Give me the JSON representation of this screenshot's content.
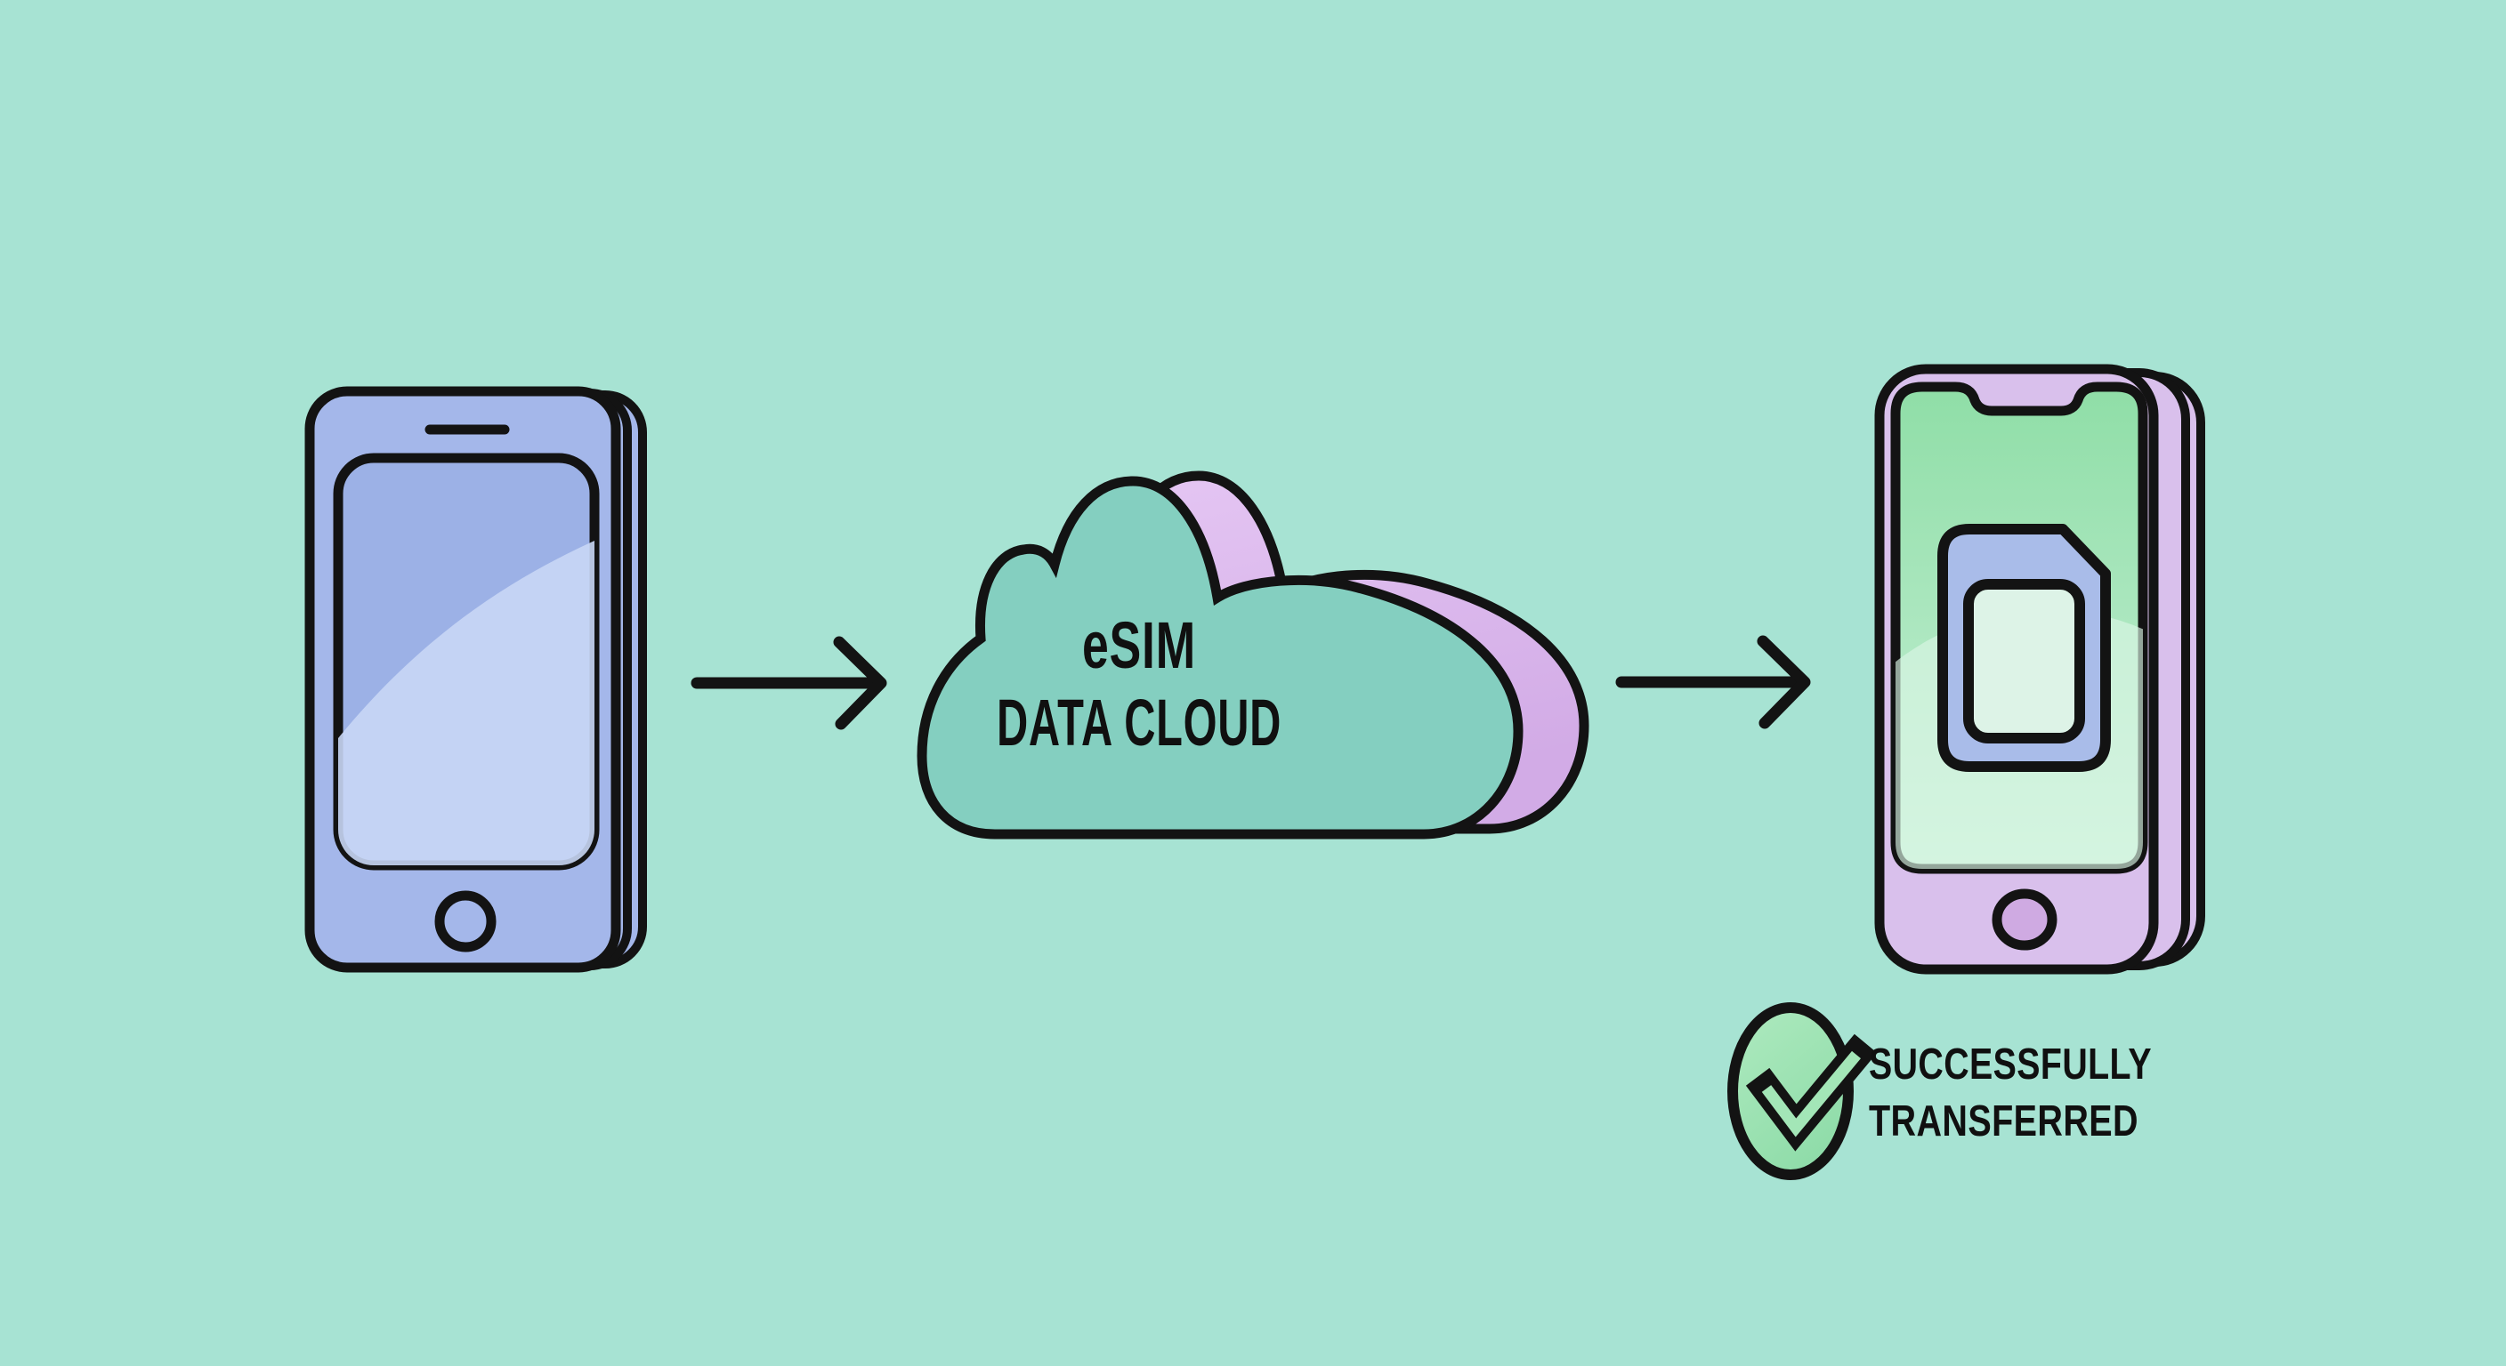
{
  "cloud": {
    "label_line1": "eSIM",
    "label_line2": "DATA CLOUD"
  },
  "status": {
    "line1": "SUCCESSFULLY",
    "line2": "TRANSFERRED"
  },
  "colors": {
    "background": "#a7e3d3",
    "outline": "#131313",
    "text": "#101010",
    "cloud_front": "#84cfc0",
    "cloud_back_top": "#e6c8f4",
    "cloud_back_bottom": "#d2abe6",
    "source_phone_body": "#a4b7ea",
    "source_phone_screen": "#9cb1e6",
    "source_phone_screen_highlight": "#c9d7f5",
    "target_phone_body": "#d9c0ec",
    "target_phone_home": "#cfaae2",
    "target_screen_top": "#8fdea7",
    "target_screen_bottom": "#c9f0d8",
    "target_screen_highlight": "#daf6e5",
    "sim_card": "#a9bce9",
    "sim_card_inner": "#ddf3e7",
    "check_badge_top": "#aeeabf",
    "check_badge_bottom": "#8fdca9",
    "check_inner": "#a3e6b7"
  }
}
